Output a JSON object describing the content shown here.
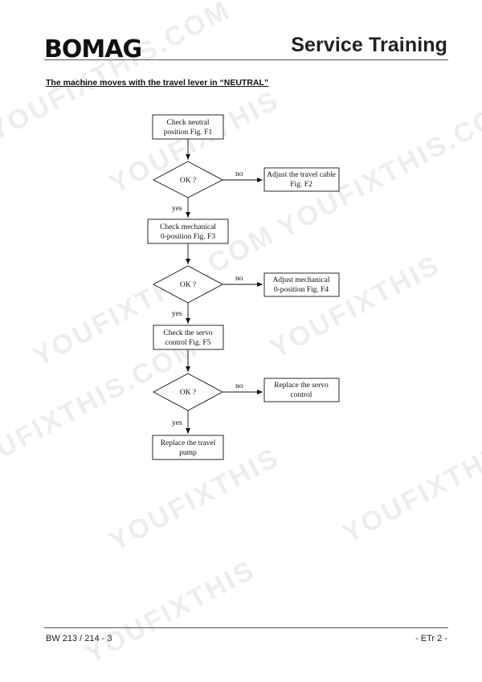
{
  "header": {
    "logo": "BOMAG",
    "title": "Service Training"
  },
  "section_title": "The machine moves with the travel lever in “NEUTRAL”",
  "watermark": [
    "YOUFIXTHIS.COM",
    "YOUFIXTHIS",
    "YOUFIXTHIS.COM",
    "YOUFIXTHIS.COM",
    "YOUFIXTHIS",
    "YOUFIXTHIS.COM",
    "YOUFIXTHIS",
    "YOUFIXTHIS.COM",
    "YOUFIXTHIS"
  ],
  "flowchart": {
    "steps": [
      [
        "Check neutral",
        "position Fig. F1"
      ],
      [
        "Check mechanical",
        "0-position Fig. F3"
      ],
      [
        "Check the servo",
        "control Fig. F5"
      ],
      [
        "Replace the travel",
        "pump"
      ]
    ],
    "decisions": [
      "OK ?",
      "OK ?",
      "OK ?"
    ],
    "actions": [
      [
        "Adjust the travel cable",
        "Fig. F2"
      ],
      [
        "Adjust mechanical",
        "0-position Fig. F4"
      ],
      [
        "Replace the servo",
        "control"
      ]
    ],
    "no_label": "no",
    "yes_label": "yes"
  },
  "footer": {
    "left": "BW 213 / 214 - 3",
    "right": "- ETr 2 -"
  }
}
